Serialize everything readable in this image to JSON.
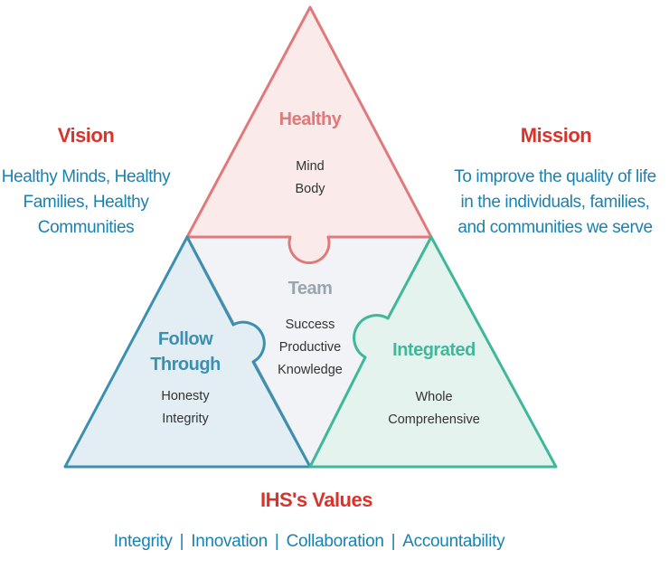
{
  "vision": {
    "title": "Vision",
    "lines": [
      "Healthy Minds, Healthy",
      "Families, Healthy",
      "Communities"
    ]
  },
  "mission": {
    "title": "Mission",
    "lines": [
      "To improve the quality of life",
      "in the individuals, families,",
      "and communities we serve"
    ]
  },
  "triangles": {
    "top": {
      "title": "Healthy",
      "lines": [
        "Mind",
        "Body"
      ]
    },
    "left": {
      "title_lines": [
        "Follow",
        "Through"
      ],
      "lines": [
        "Honesty",
        "Integrity"
      ]
    },
    "center": {
      "title": "Team",
      "lines": [
        "Success",
        "Productive",
        "Knowledge"
      ]
    },
    "right": {
      "title": "Integrated",
      "lines": [
        "Whole",
        "Comprehensive"
      ]
    }
  },
  "values": {
    "title": "IHS's Values",
    "items": [
      "Integrity",
      "Innovation",
      "Collaboration",
      "Accountability"
    ],
    "separator": "|"
  },
  "colors": {
    "top_stroke": "#e07a7a",
    "top_fill": "#fbeaea",
    "left_stroke": "#3d8fb0",
    "left_fill": "#e3eef4",
    "center_stroke": "#9aa5ad",
    "center_fill": "#f1f3f6",
    "right_stroke": "#3fb89a",
    "right_fill": "#e4f3ee",
    "accent_red": "#d9342b",
    "accent_blue": "#1a82b0"
  }
}
